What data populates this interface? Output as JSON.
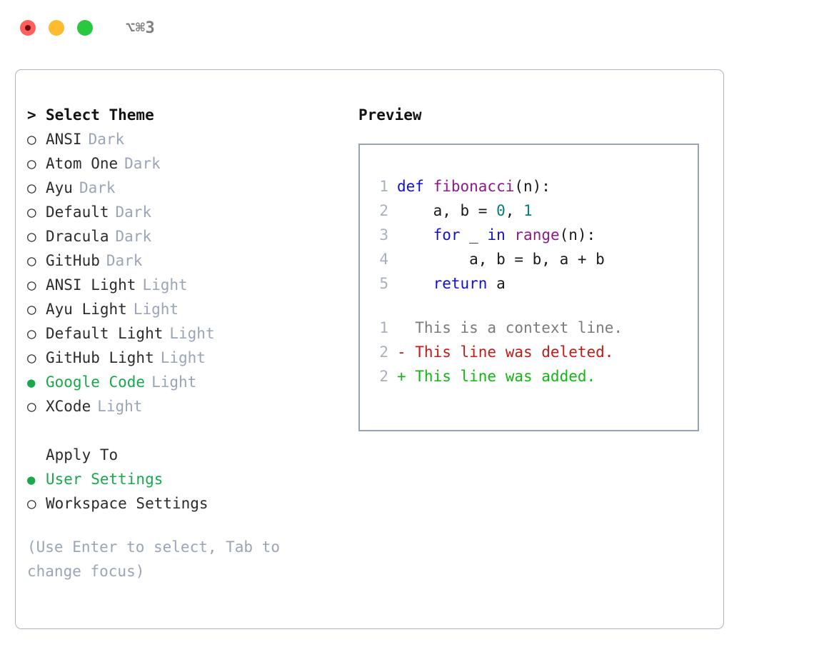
{
  "titlebar": {
    "shortcut": "⌥⌘3",
    "lights": [
      "close",
      "minimize",
      "zoom"
    ]
  },
  "left": {
    "section_title": "Select Theme",
    "caret": ">",
    "radio_empty": "○",
    "radio_filled": "●",
    "themes": [
      {
        "name": "ANSI",
        "kind": "Dark",
        "selected": false
      },
      {
        "name": "Atom One",
        "kind": "Dark",
        "selected": false
      },
      {
        "name": "Ayu",
        "kind": "Dark",
        "selected": false
      },
      {
        "name": "Default",
        "kind": "Dark",
        "selected": false
      },
      {
        "name": "Dracula",
        "kind": "Dark",
        "selected": false
      },
      {
        "name": "GitHub",
        "kind": "Dark",
        "selected": false
      },
      {
        "name": "ANSI Light",
        "kind": "Light",
        "selected": false
      },
      {
        "name": "Ayu Light",
        "kind": "Light",
        "selected": false
      },
      {
        "name": "Default Light",
        "kind": "Light",
        "selected": false
      },
      {
        "name": "GitHub Light",
        "kind": "Light",
        "selected": false
      },
      {
        "name": "Google Code",
        "kind": "Light",
        "selected": true
      },
      {
        "name": "XCode",
        "kind": "Light",
        "selected": false
      }
    ],
    "apply_to_title": "Apply To",
    "apply_to": [
      {
        "name": "User Settings",
        "selected": true
      },
      {
        "name": "Workspace Settings",
        "selected": false
      }
    ],
    "hint": "(Use Enter to select, Tab to change focus)"
  },
  "preview": {
    "title": "Preview",
    "code_lines": [
      {
        "no": "1",
        "tokens": [
          {
            "t": "def ",
            "c": "kw"
          },
          {
            "t": "fibonacci",
            "c": "fn"
          },
          {
            "t": "(n):",
            "c": "plain"
          }
        ]
      },
      {
        "no": "2",
        "tokens": [
          {
            "t": "    a, b = ",
            "c": "plain"
          },
          {
            "t": "0",
            "c": "num"
          },
          {
            "t": ", ",
            "c": "plain"
          },
          {
            "t": "1",
            "c": "num"
          }
        ]
      },
      {
        "no": "3",
        "tokens": [
          {
            "t": "    ",
            "c": "plain"
          },
          {
            "t": "for",
            "c": "kw"
          },
          {
            "t": " _ ",
            "c": "plain"
          },
          {
            "t": "in",
            "c": "kw"
          },
          {
            "t": " ",
            "c": "plain"
          },
          {
            "t": "range",
            "c": "fn"
          },
          {
            "t": "(n):",
            "c": "plain"
          }
        ]
      },
      {
        "no": "4",
        "tokens": [
          {
            "t": "        a, b = b, a + b",
            "c": "plain"
          }
        ]
      },
      {
        "no": "5",
        "tokens": [
          {
            "t": "    ",
            "c": "plain"
          },
          {
            "t": "return",
            "c": "kw"
          },
          {
            "t": " a",
            "c": "plain"
          }
        ]
      }
    ],
    "diff_lines": [
      {
        "no": "1",
        "text": "  This is a context line.",
        "c": "ctx"
      },
      {
        "no": "2",
        "text": "- This line was deleted.",
        "c": "del"
      },
      {
        "no": "2",
        "text": "+ This line was added.",
        "c": "add"
      }
    ]
  },
  "colors": {
    "accent_green": "#19a84a",
    "muted": "#9aa5b8",
    "border": "#aeb7c4",
    "preview_border": "#98a3b2",
    "keyword": "#1111cc",
    "function": "#8b1a8b",
    "number": "#0f7a7a",
    "diff_deleted": "#c21b17",
    "diff_added": "#11b811",
    "light_red": "#ff605c",
    "light_yellow": "#fdbc2e",
    "light_green": "#2ac83f"
  }
}
